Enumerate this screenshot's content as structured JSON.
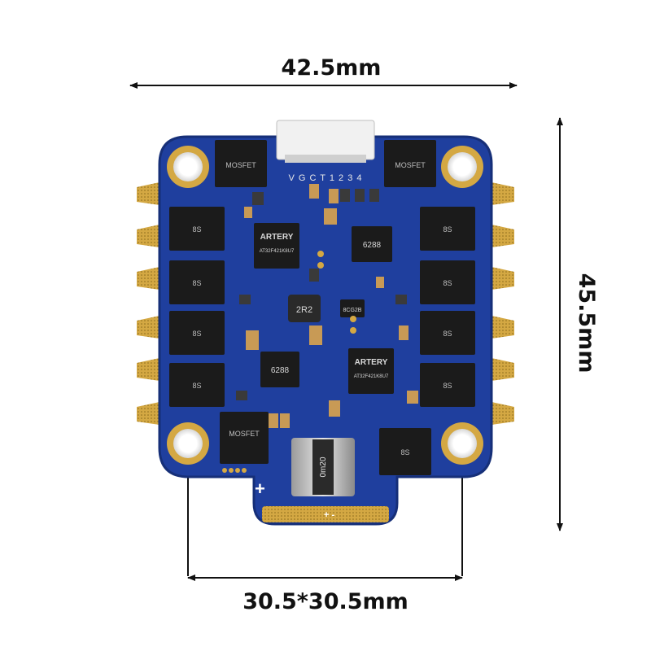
{
  "dimensions": {
    "width_label": "42.5mm",
    "height_label": "45.5mm",
    "mount_label": "30.5*30.5mm"
  },
  "board": {
    "connector_pins": "V G C T 1 2 3 4",
    "mosfet_label": "MOSFET",
    "mosfet_voltage": "8S",
    "driver_chip_label": "6288",
    "mcu_brand": "ARTERY",
    "mcu_model": "AT32F421K8U7",
    "inductor_label": "2R2",
    "small_chip_label": "8CG2B",
    "shunt_label": "0m20",
    "plus_sign": "+",
    "pad_labels": "+ -"
  },
  "colors": {
    "board_blue": "#1f3f9e",
    "pad_gold": "#d4a843",
    "chip_black": "#1b1b1b",
    "dimension_line": "#111111"
  }
}
